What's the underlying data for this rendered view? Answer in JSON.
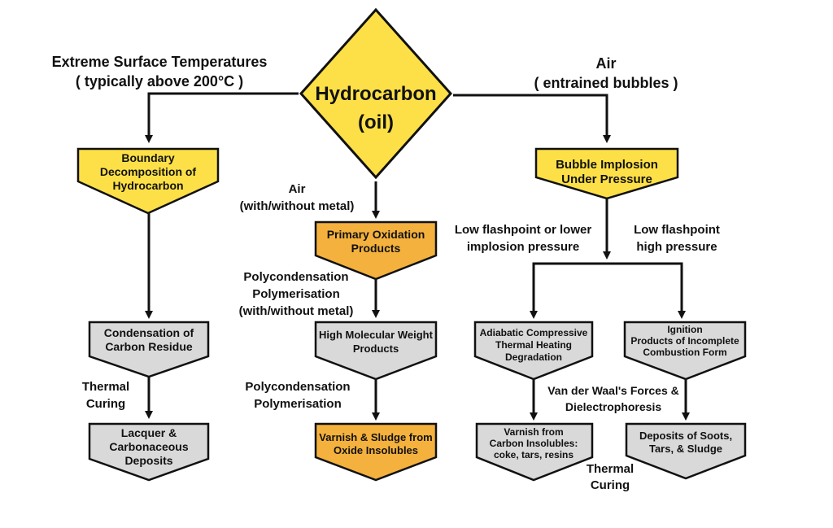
{
  "colors": {
    "yellow": "#fde047",
    "orange": "#f4b13d",
    "gray": "#d9d9d9",
    "stroke": "#111111"
  },
  "center": {
    "line1": "Hydrocarbon",
    "line2": "(oil)"
  },
  "left": {
    "label_line1": "Extreme Surface Temperatures",
    "label_line2": "( typically above 200°C )",
    "node1": [
      "Boundary",
      "Decomposition of",
      "Hydrocarbon"
    ],
    "node2": [
      "Condensation of",
      "Carbon Residue"
    ],
    "curing": [
      "Thermal",
      "Curing"
    ],
    "node3": [
      "Lacquer &",
      "Carbonaceous",
      "Deposits"
    ]
  },
  "middle": {
    "air_line1": "Air",
    "air_line2": "(with/without metal)",
    "node1": [
      "Primary Oxidation",
      "Products"
    ],
    "poly1": [
      "Polycondensation",
      "Polymerisation",
      "(with/without metal)"
    ],
    "node2": [
      "High Molecular Weight",
      "Products"
    ],
    "poly2": [
      "Polycondensation",
      "Polymerisation"
    ],
    "node3": [
      "Varnish & Sludge from",
      "Oxide Insolubles"
    ]
  },
  "right": {
    "air_line1": "Air",
    "air_line2": "( entrained bubbles )",
    "node1": [
      "Bubble Implosion",
      "Under Pressure"
    ],
    "low_left": [
      "Low flashpoint or lower",
      "implosion pressure"
    ],
    "low_right": [
      "Low flashpoint",
      "high pressure"
    ],
    "node2a": [
      "Adiabatic Compressive",
      "Thermal Heating",
      "Degradation"
    ],
    "node2b": [
      "Ignition",
      "Products of Incomplete",
      "Combustion Form"
    ],
    "forces": [
      "Van der Waal's Forces &",
      "Dielectrophoresis"
    ],
    "node3a": [
      "Varnish from",
      "Carbon Insolubles:",
      "coke, tars, resins"
    ],
    "node3b": [
      "Deposits of Soots,",
      "Tars, & Sludge"
    ],
    "curing": [
      "Thermal",
      "Curing"
    ]
  }
}
